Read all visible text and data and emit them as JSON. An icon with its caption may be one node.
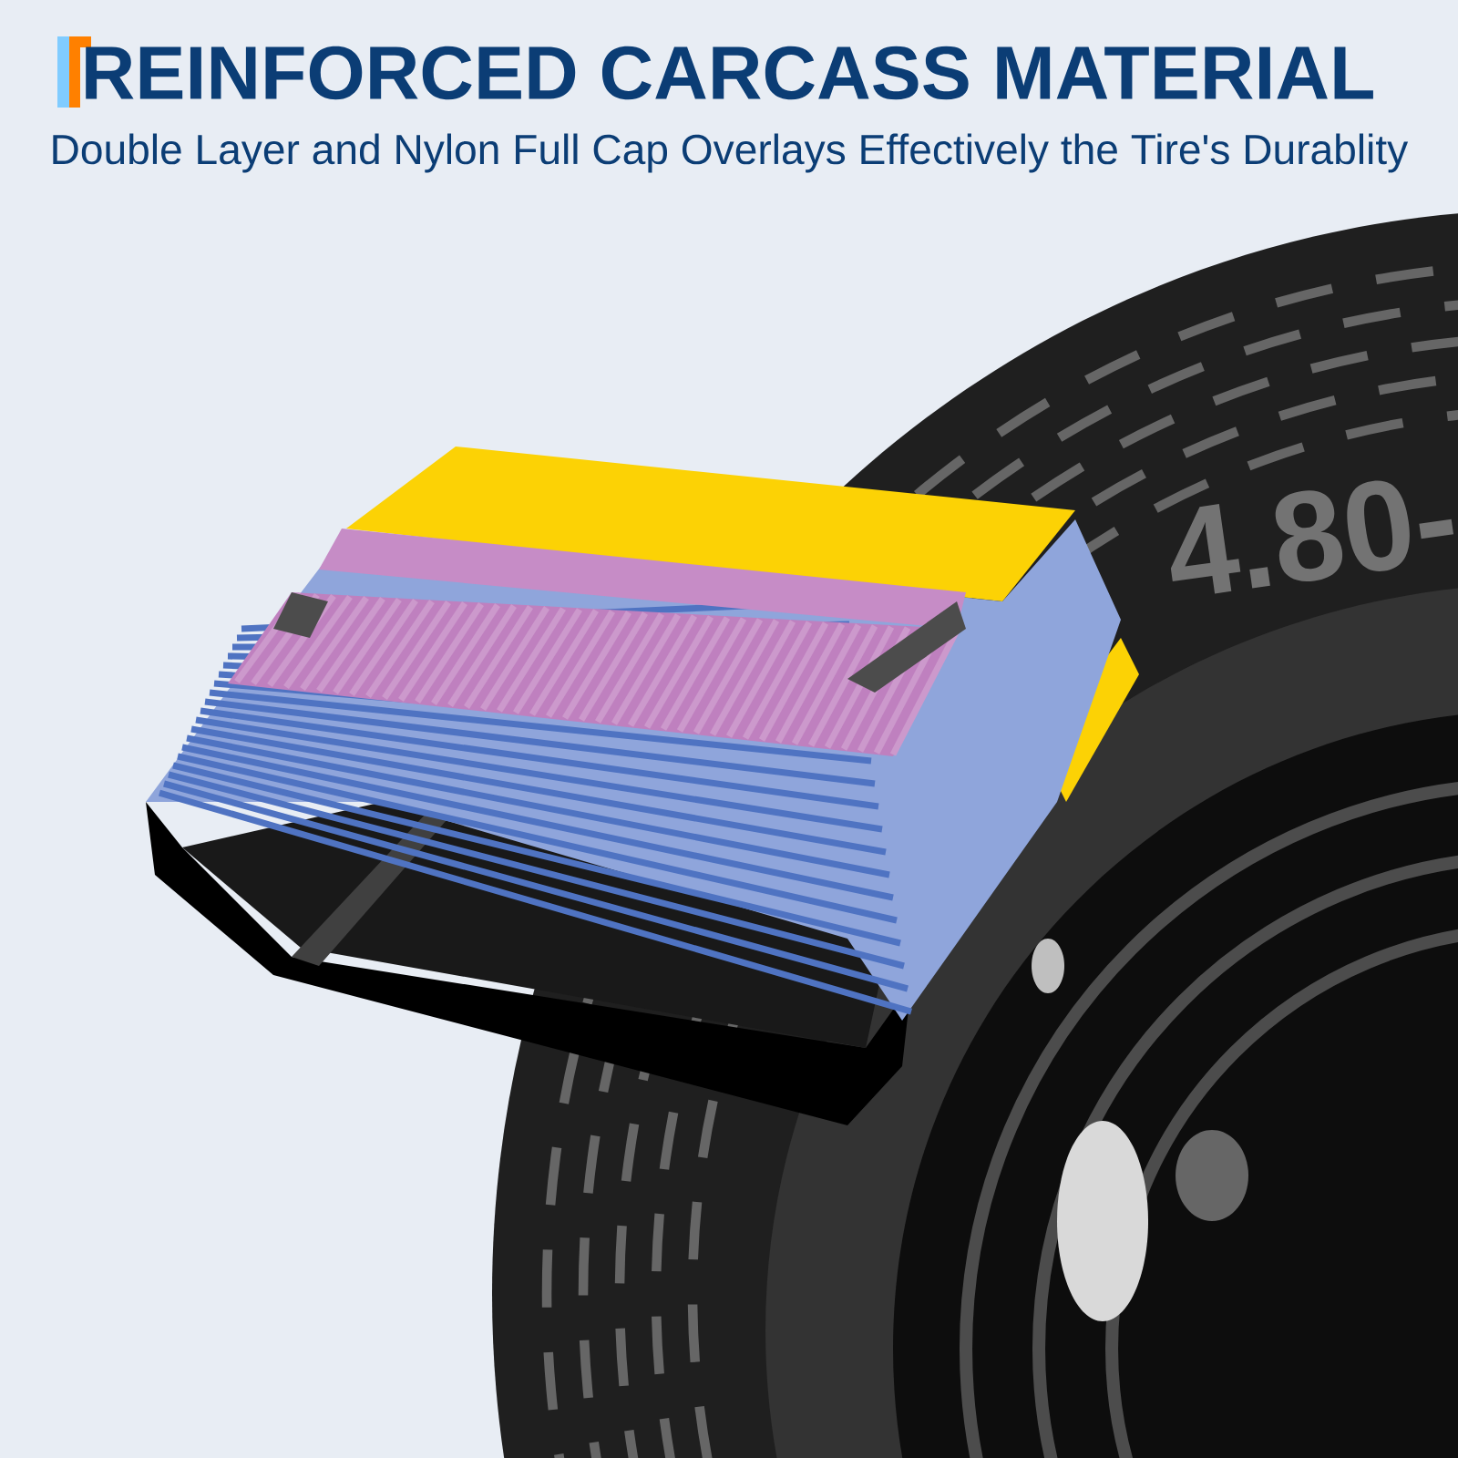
{
  "diagram": {
    "title": "REINFORCED CARCASS MATERIAL",
    "labels": [
      "Double Layer and Nylon Full Cap Overlays Effectively the Tire's Durablity",
      "4.80-"
    ]
  }
}
